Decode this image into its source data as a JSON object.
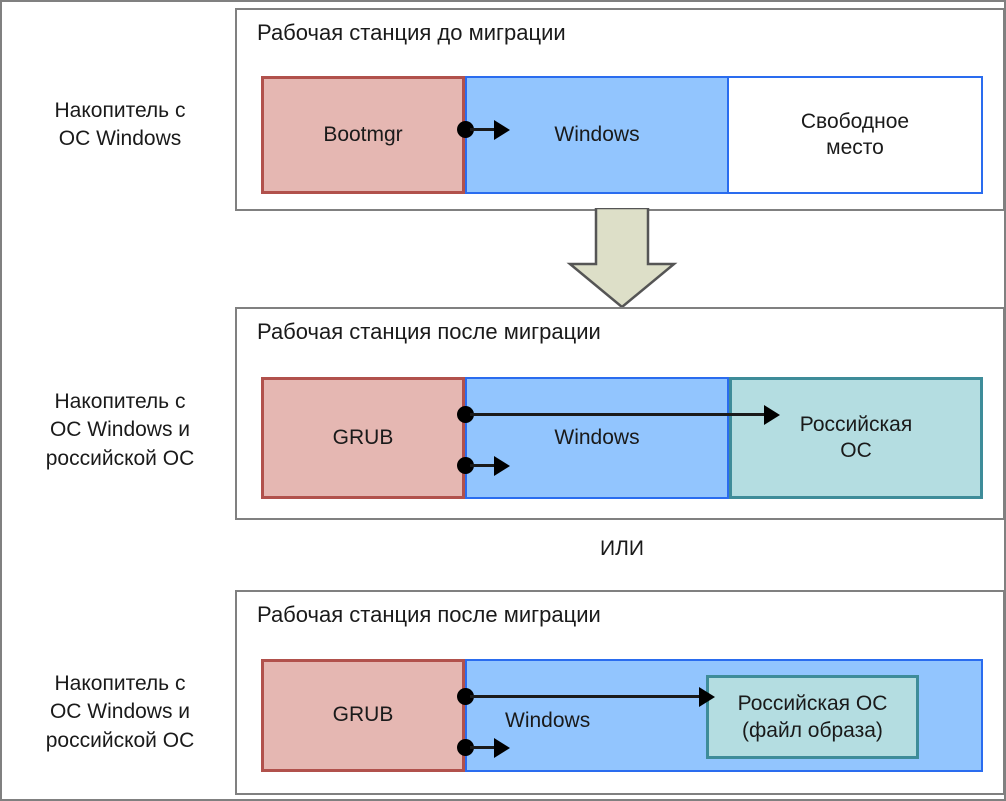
{
  "diagram": {
    "title_hidden": "",
    "colors": {
      "bootloader_fill": "#E5B7B2",
      "bootloader_border": "#B1514C",
      "windows_fill": "#92C5FE",
      "windows_border": "#2A6CEF",
      "free_fill": "#FFFFFF",
      "russian_os_fill": "#B4DDE1",
      "russian_os_border": "#3E8C99",
      "arrow_fill": "#DDDFC8",
      "arrow_border": "#555555",
      "panel_border": "#808080",
      "text": "#1A1A1A"
    },
    "connector_arrow": "block-arrow-down",
    "or_label": "ИЛИ",
    "rows": [
      {
        "label": "Накопитель с\nОС Windows",
        "panel_title": "Рабочая станция до миграции",
        "segments": [
          {
            "name": "bootloader",
            "text": "Bootmgr"
          },
          {
            "name": "windows",
            "text": "Windows"
          },
          {
            "name": "free-space",
            "text": "Свободное\nместо"
          }
        ]
      },
      {
        "label": "Накопитель с\nОС Windows и\nроссийской ОС",
        "panel_title": "Рабочая станция после миграции",
        "segments": [
          {
            "name": "bootloader",
            "text": "GRUB"
          },
          {
            "name": "windows",
            "text": "Windows"
          },
          {
            "name": "russian-os",
            "text": "Российская\nОС"
          }
        ]
      },
      {
        "label": "Накопитель с\nОС Windows и\nроссийской ОС",
        "panel_title": "Рабочая станция после миграции",
        "segments": [
          {
            "name": "bootloader",
            "text": "GRUB"
          },
          {
            "name": "windows",
            "text": "Windows"
          },
          {
            "name": "russian-os-image",
            "text": "Российская ОС\n(файл образа)"
          }
        ]
      }
    ]
  }
}
